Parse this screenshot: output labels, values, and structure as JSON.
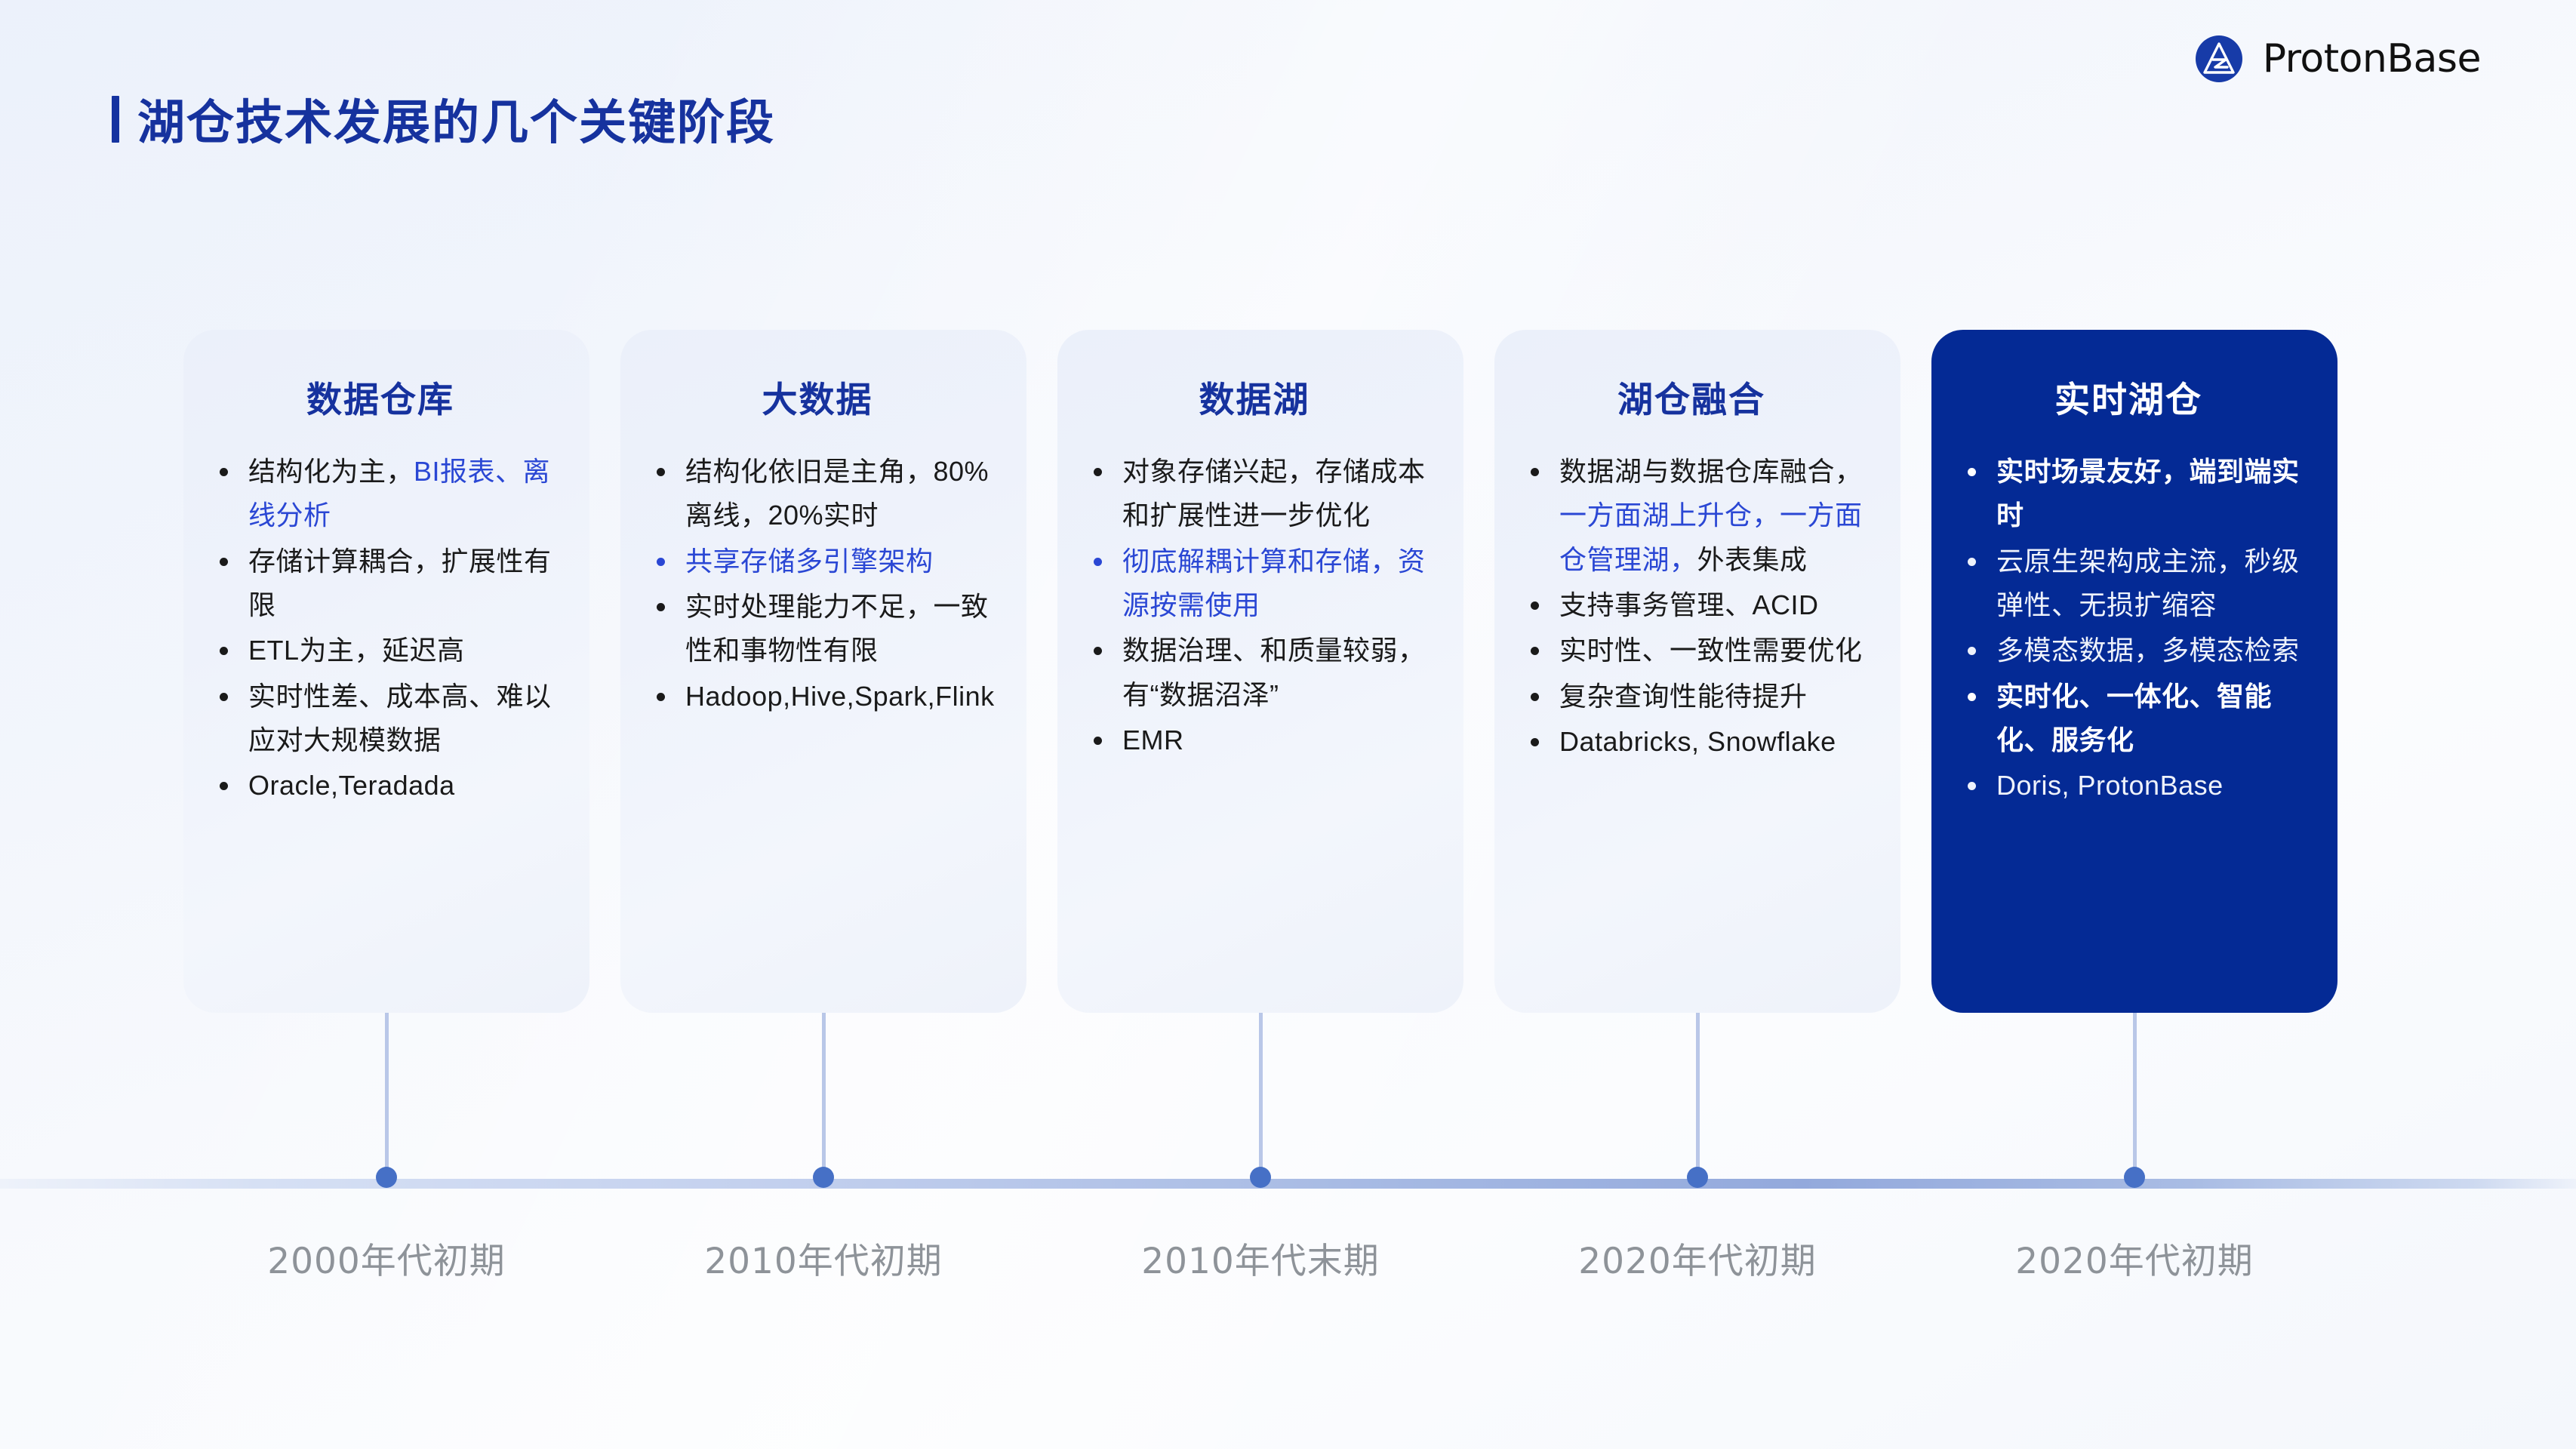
{
  "brand": {
    "name": "ProtonBase",
    "logo_icon": "protonbase-triangle-logo",
    "logo_color": "#173ba8"
  },
  "header": {
    "title": "湖仓技术发展的几个关键阶段",
    "accent_color": "#16329e"
  },
  "colors": {
    "title_blue": "#16329e",
    "accent_blue": "#2a47d4",
    "highlight_card_bg": "#042a95",
    "card_bg": "#ebf0fa",
    "date_gray": "#8e9399",
    "dot_blue": "#4670c6",
    "connector_blue": "#b9c7e8"
  },
  "stages": [
    {
      "title": "数据仓库",
      "date": "2000年代初期",
      "highlight": false,
      "bullets": [
        {
          "text": "结构化为主，BI报表、离线分析",
          "style": "mixed",
          "plain_prefix": "结构化为主，",
          "accent_suffix": "BI报表、离线分析"
        },
        {
          "text": "存储计算耦合，扩展性有限",
          "style": "plain"
        },
        {
          "text": "ETL为主，延迟高",
          "style": "plain"
        },
        {
          "text": "实时性差、成本高、难以应对大规模数据",
          "style": "plain"
        },
        {
          "text": "Oracle,Teradada",
          "style": "plain"
        }
      ]
    },
    {
      "title": "大数据",
      "date": "2010年代初期",
      "highlight": false,
      "bullets": [
        {
          "text": "结构化依旧是主角，80%离线，20%实时",
          "style": "plain"
        },
        {
          "text": "共享存储多引擎架构",
          "style": "accent"
        },
        {
          "text": "实时处理能力不足，一致性和事物性有限",
          "style": "plain"
        },
        {
          "text": "Hadoop,Hive,Spark,Flink",
          "style": "plain"
        }
      ]
    },
    {
      "title": "数据湖",
      "date": "2010年代末期",
      "highlight": false,
      "bullets": [
        {
          "text": "对象存储兴起，存储成本和扩展性进一步优化",
          "style": "plain"
        },
        {
          "text": "彻底解耦计算和存储，资源按需使用",
          "style": "accent"
        },
        {
          "text": "数据治理、和质量较弱，有“数据沼泽”",
          "style": "plain"
        },
        {
          "text": "EMR",
          "style": "plain"
        }
      ]
    },
    {
      "title": "湖仓融合",
      "date": "2020年代初期",
      "highlight": false,
      "bullets": [
        {
          "text": "数据湖与数据仓库融合，一方面湖上升仓，一方面仓管理湖，外表集成",
          "style": "mixed",
          "plain_prefix": "数据湖与数据仓库融合，",
          "accent_middle": "一方面湖上升仓，一方面仓管理湖，",
          "plain_suffix": "外表集成"
        },
        {
          "text": "支持事务管理、ACID",
          "style": "plain"
        },
        {
          "text": "实时性、一致性需要优化",
          "style": "plain"
        },
        {
          "text": "复杂查询性能待提升",
          "style": "plain"
        },
        {
          "text": "Databricks, Snowflake",
          "style": "plain"
        }
      ]
    },
    {
      "title": "实时湖仓",
      "date": "2020年代初期",
      "highlight": true,
      "bullets": [
        {
          "text": "实时场景友好，端到端实时",
          "style": "bold"
        },
        {
          "text": "云原生架构成主流，秒级弹性、无损扩缩容",
          "style": "plain"
        },
        {
          "text": "多模态数据，多模态检索",
          "style": "plain"
        },
        {
          "text": "实时化、一体化、智能化、服务化",
          "style": "bold"
        },
        {
          "text": "Doris, ProtonBase",
          "style": "plain"
        }
      ]
    }
  ]
}
